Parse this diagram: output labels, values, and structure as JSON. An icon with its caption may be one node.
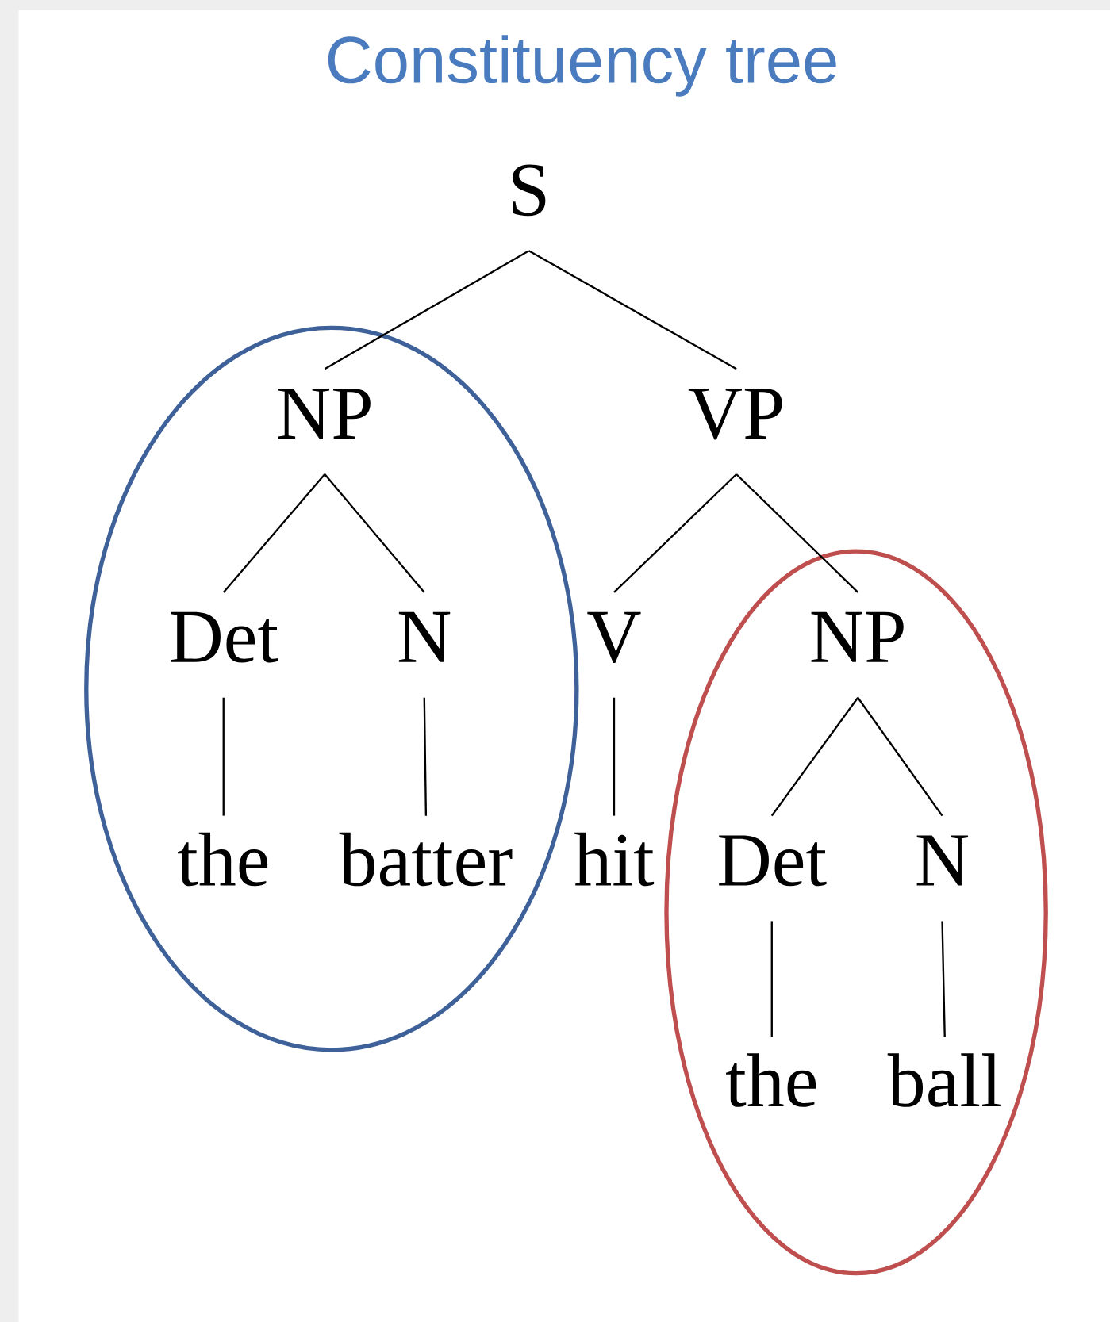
{
  "diagram": {
    "title": "Constituency tree",
    "nodes": [
      {
        "text": [
          "S"
        ]
      },
      {
        "text": [],
        "shape": "ellipse"
      },
      {
        "text": [
          "NP"
        ],
        "in": 1
      },
      {
        "text": [
          "VP"
        ]
      },
      {
        "text": [
          "Det"
        ],
        "in": 1
      },
      {
        "text": [
          "N"
        ],
        "in": 1
      },
      {
        "text": [
          "V"
        ]
      },
      {
        "text": [],
        "shape": "ellipse"
      },
      {
        "text": [
          "NP"
        ],
        "in": 7
      },
      {
        "text": [
          "the"
        ],
        "in": 1
      },
      {
        "text": [
          "batter"
        ],
        "in": 1
      },
      {
        "text": [
          "hit"
        ]
      },
      {
        "text": [
          "Det"
        ],
        "in": 7
      },
      {
        "text": [
          "N"
        ],
        "in": 7
      },
      {
        "text": [
          "the"
        ],
        "in": 7
      },
      {
        "text": [
          "ball"
        ],
        "in": 7
      }
    ],
    "edges": [
      {
        "from": 0,
        "to": 2,
        "arrow": "none"
      },
      {
        "from": 0,
        "to": 3,
        "arrow": "none"
      },
      {
        "from": 2,
        "to": 4,
        "arrow": "none"
      },
      {
        "from": 2,
        "to": 5,
        "arrow": "none"
      },
      {
        "from": 3,
        "to": 6,
        "arrow": "none"
      },
      {
        "from": 3,
        "to": 8,
        "arrow": "none"
      },
      {
        "from": 4,
        "to": 9,
        "arrow": "none"
      },
      {
        "from": 5,
        "to": 10,
        "arrow": "none"
      },
      {
        "from": 6,
        "to": 11,
        "arrow": "none"
      },
      {
        "from": 8,
        "to": 12,
        "arrow": "none"
      },
      {
        "from": 8,
        "to": 13,
        "arrow": "none"
      },
      {
        "from": 12,
        "to": 14,
        "arrow": "none"
      },
      {
        "from": 13,
        "to": 15,
        "arrow": "none"
      }
    ]
  }
}
